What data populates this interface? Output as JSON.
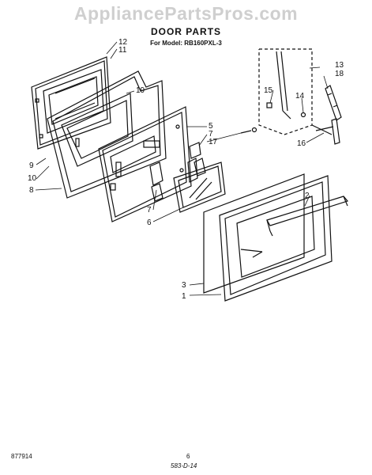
{
  "watermark": "AppliancePartsPros.com",
  "title": "DOOR PARTS",
  "model_line": "For Model: RB160PXL-3",
  "footer": {
    "left": "877914",
    "page": "6",
    "code": "583-D-14"
  },
  "callouts": [
    "12",
    "11",
    "19",
    "9",
    "10",
    "8",
    "5",
    "7",
    "17",
    "7",
    "6",
    "13",
    "18",
    "15",
    "14",
    "16",
    "2",
    "3",
    "1"
  ]
}
